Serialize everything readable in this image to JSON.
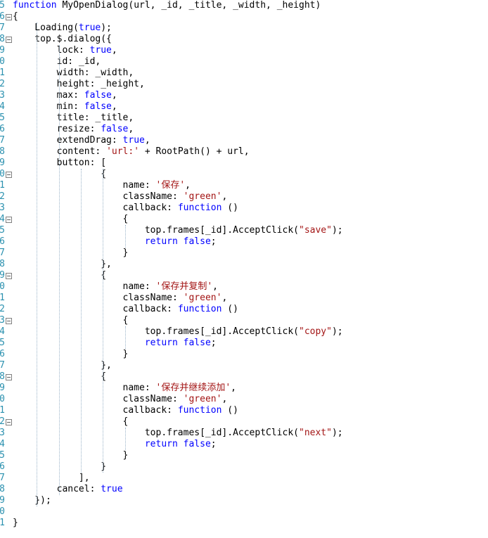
{
  "editor": {
    "lines": [
      {
        "n": "5",
        "fold": false,
        "t": [
          {
            "c": "kw",
            "v": "function"
          },
          {
            "v": " MyOpenDialog(url, _id, _title, _width, _height)"
          }
        ]
      },
      {
        "n": "6",
        "fold": true,
        "t": [
          {
            "v": "{"
          }
        ]
      },
      {
        "n": "7",
        "fold": false,
        "t": [
          {
            "v": "    Loading("
          },
          {
            "c": "kw",
            "v": "true"
          },
          {
            "v": ");"
          }
        ]
      },
      {
        "n": "8",
        "fold": true,
        "t": [
          {
            "v": "    top.$.dialog({"
          }
        ]
      },
      {
        "n": "9",
        "fold": false,
        "t": [
          {
            "v": "        lock: "
          },
          {
            "c": "kw",
            "v": "true"
          },
          {
            "v": ","
          }
        ]
      },
      {
        "n": "0",
        "fold": false,
        "t": [
          {
            "v": "        id: _id,"
          }
        ]
      },
      {
        "n": "1",
        "fold": false,
        "t": [
          {
            "v": "        width: _width,"
          }
        ]
      },
      {
        "n": "2",
        "fold": false,
        "t": [
          {
            "v": "        height: _height,"
          }
        ]
      },
      {
        "n": "3",
        "fold": false,
        "t": [
          {
            "v": "        max: "
          },
          {
            "c": "kw",
            "v": "false"
          },
          {
            "v": ","
          }
        ]
      },
      {
        "n": "4",
        "fold": false,
        "t": [
          {
            "v": "        min: "
          },
          {
            "c": "kw",
            "v": "false"
          },
          {
            "v": ","
          }
        ]
      },
      {
        "n": "5",
        "fold": false,
        "t": [
          {
            "v": "        title: _title,"
          }
        ]
      },
      {
        "n": "6",
        "fold": false,
        "t": [
          {
            "v": "        resize: "
          },
          {
            "c": "kw",
            "v": "false"
          },
          {
            "v": ","
          }
        ]
      },
      {
        "n": "7",
        "fold": false,
        "t": [
          {
            "v": "        extendDrag: "
          },
          {
            "c": "kw",
            "v": "true"
          },
          {
            "v": ","
          }
        ]
      },
      {
        "n": "8",
        "fold": false,
        "t": [
          {
            "v": "        content: "
          },
          {
            "c": "str",
            "v": "'url:'"
          },
          {
            "v": " + RootPath() + url,"
          }
        ]
      },
      {
        "n": "9",
        "fold": false,
        "t": [
          {
            "v": "        button: ["
          }
        ]
      },
      {
        "n": "0",
        "fold": true,
        "t": [
          {
            "v": "                {"
          }
        ]
      },
      {
        "n": "1",
        "fold": false,
        "t": [
          {
            "v": "                    name: "
          },
          {
            "c": "str",
            "v": "'保存'"
          },
          {
            "v": ","
          }
        ]
      },
      {
        "n": "2",
        "fold": false,
        "t": [
          {
            "v": "                    className: "
          },
          {
            "c": "str",
            "v": "'green'"
          },
          {
            "v": ","
          }
        ]
      },
      {
        "n": "3",
        "fold": false,
        "t": [
          {
            "v": "                    callback: "
          },
          {
            "c": "kw",
            "v": "function"
          },
          {
            "v": " ()"
          }
        ]
      },
      {
        "n": "4",
        "fold": true,
        "t": [
          {
            "v": "                    {"
          }
        ]
      },
      {
        "n": "5",
        "fold": false,
        "t": [
          {
            "v": "                        top.frames[_id].AcceptClick("
          },
          {
            "c": "str",
            "v": "\"save\""
          },
          {
            "v": ");"
          }
        ]
      },
      {
        "n": "6",
        "fold": false,
        "t": [
          {
            "v": "                        "
          },
          {
            "c": "kw",
            "v": "return"
          },
          {
            "v": " "
          },
          {
            "c": "kw",
            "v": "false"
          },
          {
            "v": ";"
          }
        ]
      },
      {
        "n": "7",
        "fold": false,
        "t": [
          {
            "v": "                    }"
          }
        ]
      },
      {
        "n": "8",
        "fold": false,
        "t": [
          {
            "v": "                },"
          }
        ]
      },
      {
        "n": "9",
        "fold": true,
        "t": [
          {
            "v": "                {"
          }
        ]
      },
      {
        "n": "0",
        "fold": false,
        "t": [
          {
            "v": "                    name: "
          },
          {
            "c": "str",
            "v": "'保存并复制'"
          },
          {
            "v": ","
          }
        ]
      },
      {
        "n": "1",
        "fold": false,
        "t": [
          {
            "v": "                    className: "
          },
          {
            "c": "str",
            "v": "'green'"
          },
          {
            "v": ","
          }
        ]
      },
      {
        "n": "2",
        "fold": false,
        "t": [
          {
            "v": "                    callback: "
          },
          {
            "c": "kw",
            "v": "function"
          },
          {
            "v": " ()"
          }
        ]
      },
      {
        "n": "3",
        "fold": true,
        "t": [
          {
            "v": "                    {"
          }
        ]
      },
      {
        "n": "4",
        "fold": false,
        "t": [
          {
            "v": "                        top.frames[_id].AcceptClick("
          },
          {
            "c": "str",
            "v": "\"copy\""
          },
          {
            "v": ");"
          }
        ]
      },
      {
        "n": "5",
        "fold": false,
        "t": [
          {
            "v": "                        "
          },
          {
            "c": "kw",
            "v": "return"
          },
          {
            "v": " "
          },
          {
            "c": "kw",
            "v": "false"
          },
          {
            "v": ";"
          }
        ]
      },
      {
        "n": "6",
        "fold": false,
        "t": [
          {
            "v": "                    }"
          }
        ]
      },
      {
        "n": "7",
        "fold": false,
        "t": [
          {
            "v": "                },"
          }
        ]
      },
      {
        "n": "8",
        "fold": true,
        "t": [
          {
            "v": "                {"
          }
        ]
      },
      {
        "n": "9",
        "fold": false,
        "t": [
          {
            "v": "                    name: "
          },
          {
            "c": "str",
            "v": "'保存并继续添加'"
          },
          {
            "v": ","
          }
        ]
      },
      {
        "n": "0",
        "fold": false,
        "t": [
          {
            "v": "                    className: "
          },
          {
            "c": "str",
            "v": "'green'"
          },
          {
            "v": ","
          }
        ]
      },
      {
        "n": "1",
        "fold": false,
        "t": [
          {
            "v": "                    callback: "
          },
          {
            "c": "kw",
            "v": "function"
          },
          {
            "v": " ()"
          }
        ]
      },
      {
        "n": "2",
        "fold": true,
        "t": [
          {
            "v": "                    {"
          }
        ]
      },
      {
        "n": "3",
        "fold": false,
        "t": [
          {
            "v": "                        top.frames[_id].AcceptClick("
          },
          {
            "c": "str",
            "v": "\"next\""
          },
          {
            "v": ");"
          }
        ]
      },
      {
        "n": "4",
        "fold": false,
        "t": [
          {
            "v": "                        "
          },
          {
            "c": "kw",
            "v": "return"
          },
          {
            "v": " "
          },
          {
            "c": "kw",
            "v": "false"
          },
          {
            "v": ";"
          }
        ]
      },
      {
        "n": "5",
        "fold": false,
        "t": [
          {
            "v": "                    }"
          }
        ]
      },
      {
        "n": "6",
        "fold": false,
        "t": [
          {
            "v": "                }"
          }
        ]
      },
      {
        "n": "7",
        "fold": false,
        "t": [
          {
            "v": "            ],"
          }
        ]
      },
      {
        "n": "8",
        "fold": false,
        "t": [
          {
            "v": "        cancel: "
          },
          {
            "c": "kw",
            "v": "true"
          }
        ]
      },
      {
        "n": "9",
        "fold": false,
        "t": [
          {
            "v": "    });"
          }
        ]
      },
      {
        "n": "0",
        "fold": false,
        "t": []
      },
      {
        "n": "1",
        "fold": false,
        "t": [
          {
            "v": "}"
          }
        ]
      }
    ]
  },
  "colors": {
    "keyword": "#0000ff",
    "string": "#a31515",
    "line_number": "#2b91af",
    "guide": "#9ab3c8"
  }
}
